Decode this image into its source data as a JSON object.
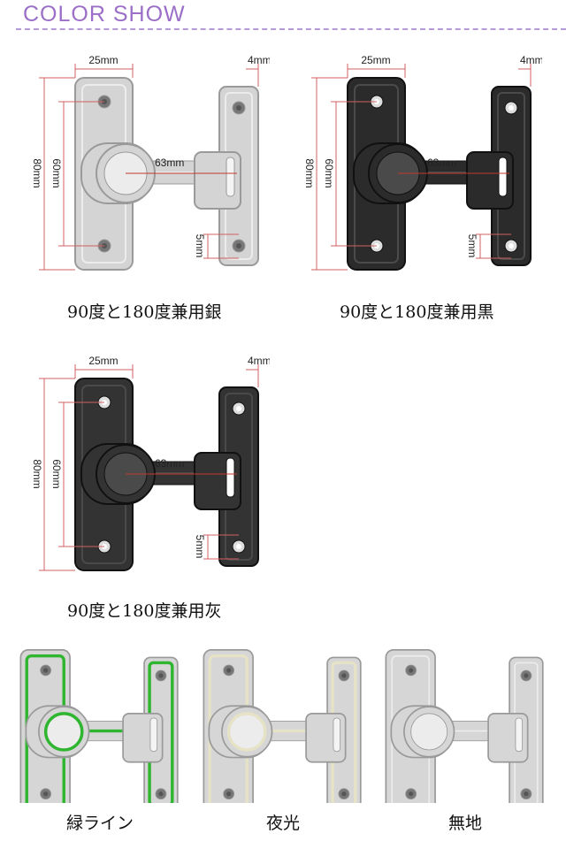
{
  "header": {
    "title": "COLOR SHOW",
    "accent": "#9b6fc7"
  },
  "dimensions": {
    "width": "25mm",
    "thickness": "4mm",
    "height": "80mm",
    "hole_spacing": "60mm",
    "length": "63mm",
    "slot": "5mm"
  },
  "main_variants": [
    {
      "label": "90度と180度兼用銀",
      "finish": "silver",
      "color": "#d4d4d4"
    },
    {
      "label": "90度と180度兼用黒",
      "finish": "black",
      "color": "#2b2b2b"
    },
    {
      "label": "90度と180度兼用灰",
      "finish": "gray",
      "color": "#333333"
    }
  ],
  "line_variants": [
    {
      "label": "緑ライン",
      "line_color": "#2fb52f"
    },
    {
      "label": "夜光",
      "line_color": "#e6e2c6"
    },
    {
      "label": "無地",
      "line_color": "#c8c8c8"
    }
  ]
}
